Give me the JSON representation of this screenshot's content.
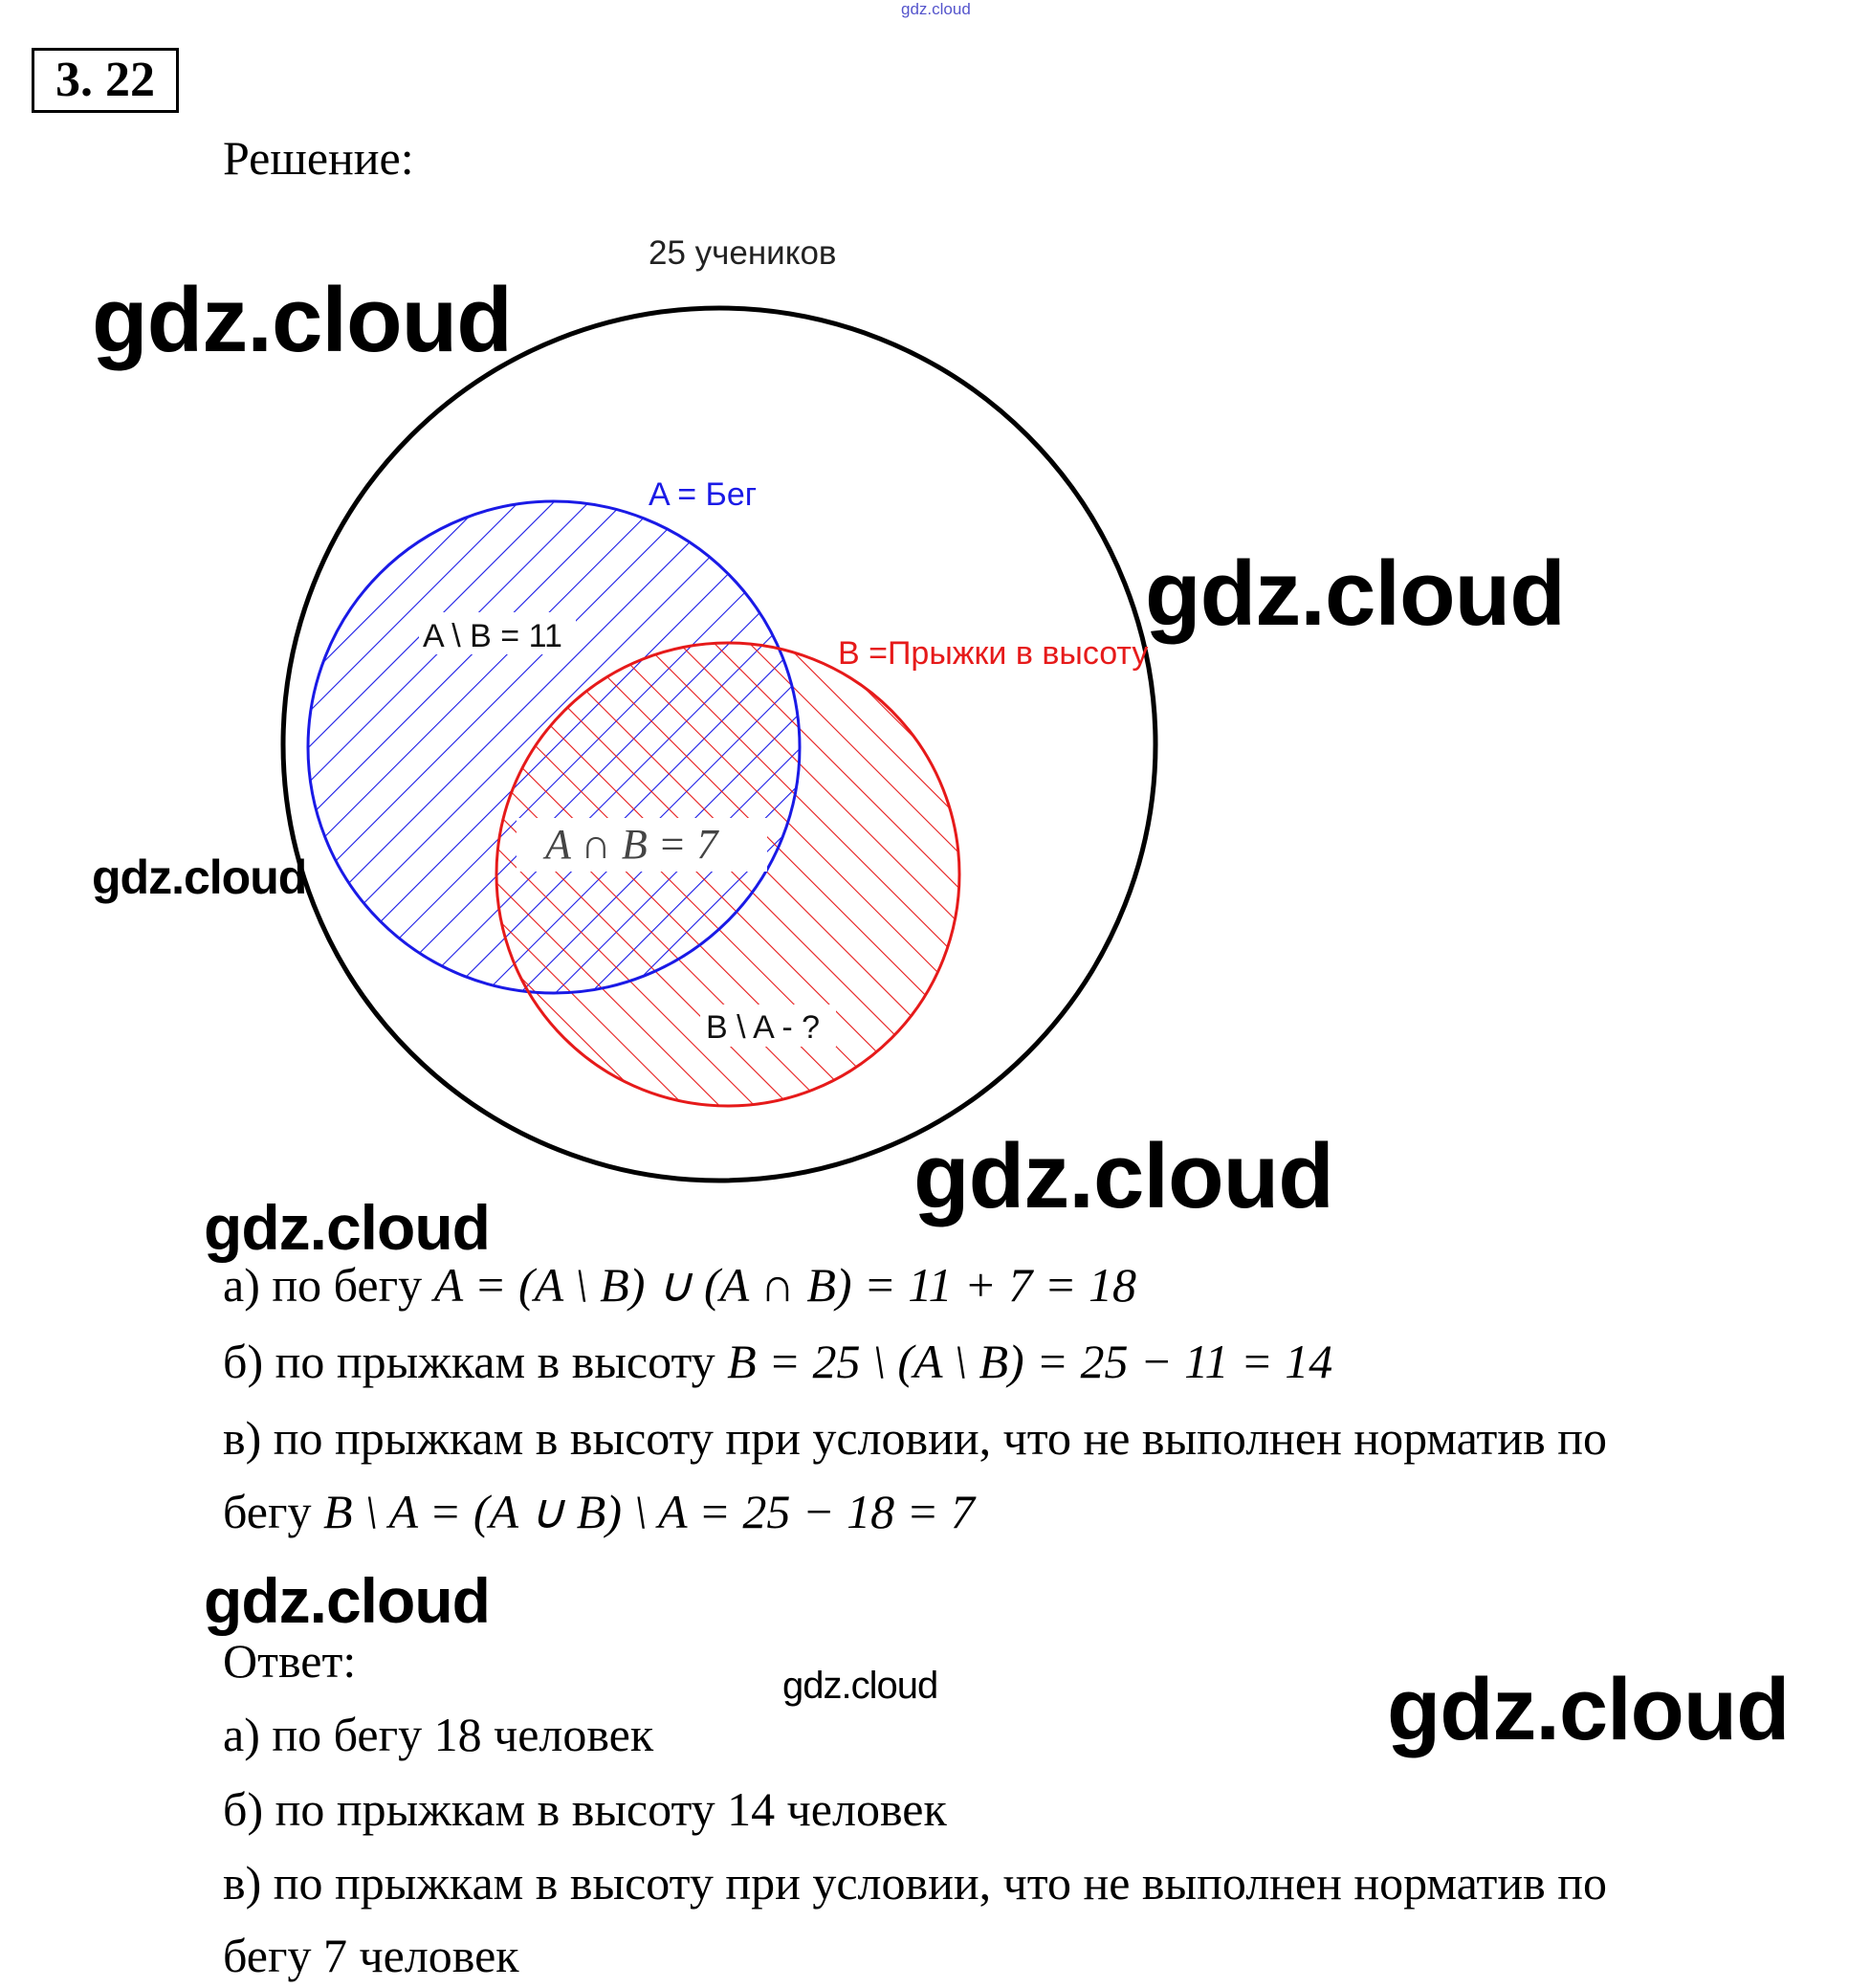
{
  "header_watermark": "gdz.cloud",
  "problem_number": "3. 22",
  "solution_label": "Решение:",
  "diagram": {
    "universe_label": "25 учеников",
    "set_a_label": "A = Бег",
    "set_b_label": "B =Прыжки в высоту",
    "a_minus_b_label": "A \\ B = 11",
    "intersection_label": "A ∩ B = 7",
    "b_minus_a_label": "B \\ A - ?",
    "colors": {
      "outer": "#000000",
      "set_a": "#1a1ae6",
      "set_b": "#e61a1a"
    }
  },
  "solution_lines": [
    {
      "prefix": "а) по бегу ",
      "math": "A = (A \\ B) ∪ (A ∩ B) = 11 + 7 = 18"
    },
    {
      "prefix": "б) по прыжкам в высоту ",
      "math": "B = 25 \\ (A \\ B) = 25 − 11 = 14"
    },
    {
      "prefix": "в) по прыжкам в высоту при условии, что не выполнен норматив по",
      "math": ""
    },
    {
      "prefix": "бегу ",
      "math": "B \\ A = (A ∪ B) \\ A = 25 − 18 = 7"
    }
  ],
  "answer_label": "Ответ:",
  "answer_lines": [
    "а) по бегу 18 человек",
    "б) по прыжкам в высоту 14 человек",
    "в) по прыжкам в высоту при условии, что не выполнен норматив по",
    "бегу 7 человек"
  ],
  "watermarks": [
    "gdz.cloud",
    "gdz.cloud",
    "gdz.cloud",
    "gdz.cloud",
    "gdz.cloud",
    "gdz.cloud",
    "gdz.cloud",
    "gdz.cloud"
  ]
}
